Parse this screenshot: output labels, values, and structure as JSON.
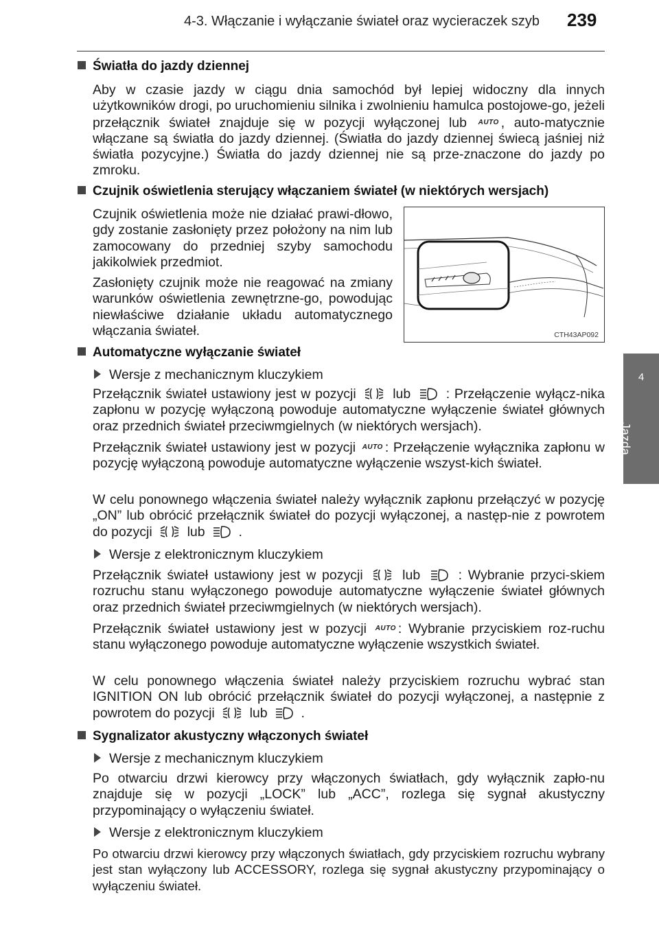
{
  "header": {
    "title": "4-3. Włączanie i wyłączanie świateł oraz wycieraczek szyb",
    "page_number": "239"
  },
  "side_tab": {
    "number": "4",
    "label": "Jazda"
  },
  "sections": {
    "drl": {
      "heading": "Światła do jazdy dziennej",
      "text_a": "Aby w czasie jazdy w ciągu dnia samochód był lepiej widoczny dla innych użytkowników drogi, po uruchomieniu silnika i zwolnieniu hamulca postojowe-go, jeżeli przełącznik świateł znajduje się w pozycji wyłączonej lub",
      "text_b": ", auto-matycznie włączane są światła do jazdy dziennej. (Światła do jazdy dziennej świecą jaśniej niż światła pozycyjne.) Światła do jazdy dziennej nie są prze-znaczone do jazdy po zmroku."
    },
    "sensor": {
      "heading": "Czujnik oświetlenia sterujący włączaniem świateł (w niektórych wersjach)",
      "p1": "Czujnik oświetlenia może nie działać prawi-dłowo, gdy zostanie zasłonięty przez położony na nim lub zamocowany do przedniej szyby samochodu jakikolwiek przedmiot.",
      "p2": "Zasłonięty czujnik może nie reagować na zmiany warunków oświetlenia zewnętrzne-go, powodując niewłaściwe działanie układu automatycznego włączania świateł.",
      "figure_code": "CTH43AP092"
    },
    "auto_off": {
      "heading": "Automatyczne wyłączanie świateł",
      "mech_label": "Wersje z mechanicznym kluczykiem",
      "mech_p1_a": "Przełącznik świateł ustawiony jest w pozycji",
      "lub": "lub",
      "mech_p1_b": ": Przełączenie wyłącz-nika zapłonu w pozycję wyłączoną powoduje automatyczne wyłączenie świateł głównych oraz przednich świateł przeciwmgielnych (w niektórych wersjach).",
      "mech_p2_a": "Przełącznik świateł ustawiony jest w pozycji",
      "mech_p2_b": ": Przełączenie wyłącznika zapłonu w pozycję wyłączoną powoduje automatyczne wyłączenie wszyst-kich świateł.",
      "mech_p3_a": "W celu ponownego włączenia świateł należy wyłącznik zapłonu przełączyć w pozycję „ON” lub obrócić przełącznik świateł do pozycji wyłączonej, a następ-nie z powrotem do pozycji",
      "mech_p3_end": ".",
      "elec_label": "Wersje z elektronicznym kluczykiem",
      "elec_p1_a": "Przełącznik świateł ustawiony jest w pozycji",
      "elec_p1_b": ": Wybranie przyci-skiem rozruchu stanu wyłączonego powoduje automatyczne wyłączenie świateł głównych oraz przednich świateł przeciwmgielnych (w niektórych wersjach).",
      "elec_p2_a": "Przełącznik świateł ustawiony jest w pozycji",
      "elec_p2_b": ": Wybranie przyciskiem roz-ruchu stanu wyłączonego powoduje automatyczne wyłączenie wszystkich świateł.",
      "elec_p3_a": "W celu ponownego włączenia świateł należy przyciskiem rozruchu wybrać stan IGNITION ON lub obrócić przełącznik świateł do pozycji wyłączonej, a następnie z powrotem do pozycji",
      "elec_p3_end": "."
    },
    "buzzer": {
      "heading": "Sygnalizator akustyczny włączonych świateł",
      "mech_label": "Wersje z mechanicznym kluczykiem",
      "mech_p": "Po otwarciu drzwi kierowcy przy włączonych światłach, gdy wyłącznik zapło-nu znajduje się w pozycji „LOCK” lub „ACC”, rozlega się sygnał akustyczny przypominający o wyłączeniu świateł.",
      "elec_label": "Wersje z elektronicznym kluczykiem",
      "elec_p": "Po otwarciu drzwi kierowcy przy włączonych światłach, gdy przyciskiem rozruchu wybrany jest stan wyłączony lub ACCESSORY, rozlega się sygnał akustyczny przypominający o wyłączeniu świateł."
    }
  },
  "symbols": {
    "auto": "AUTO"
  }
}
